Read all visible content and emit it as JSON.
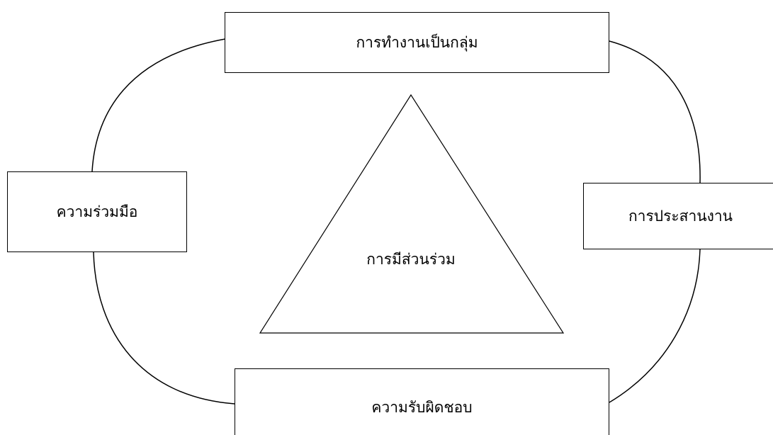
{
  "nodes": {
    "top": "การทำงานเป็นกลุ่ม",
    "left": "ความร่วมมือ",
    "right": "การประสานงาน",
    "bottom": "ความรับผิดชอบ",
    "center": "การมีส่วนร่วม"
  },
  "colors": {
    "stroke": "#000000",
    "background": "#ffffff"
  }
}
